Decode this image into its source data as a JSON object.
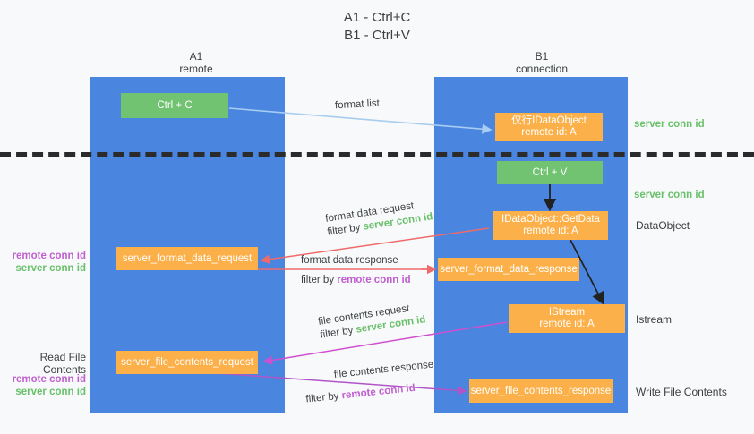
{
  "title": {
    "line1": "A1 - Ctrl+C",
    "line2": "B1 - Ctrl+V"
  },
  "columns": [
    {
      "name": "A1",
      "sub": "remote"
    },
    {
      "name": "B1",
      "sub": "connection"
    }
  ],
  "nodes": [
    {
      "id": "ctrl-c",
      "line1": "Ctrl + C",
      "line2": "",
      "color": "#72c371"
    },
    {
      "id": "idataobject",
      "line1": "仅行IDataObject",
      "line2": "remote id: A",
      "color": "#fbb04a"
    },
    {
      "id": "ctrl-v",
      "line1": "Ctrl + V",
      "line2": "",
      "color": "#72c371"
    },
    {
      "id": "idataobject-getdata",
      "line1": "IDataObject::GetData",
      "line2": "remote id: A",
      "color": "#fbb04a"
    },
    {
      "id": "server-format-data-request",
      "line1": "server_format_data_request",
      "line2": "",
      "color": "#fbb04a"
    },
    {
      "id": "server-format-data-response",
      "line1": "server_format_data_response",
      "line2": "",
      "color": "#fbb04a"
    },
    {
      "id": "istream",
      "line1": "IStream",
      "line2": "remote id: A",
      "color": "#fbb04a"
    },
    {
      "id": "server-file-contents-request",
      "line1": "server_file_contents_request",
      "line2": "",
      "color": "#fbb04a"
    },
    {
      "id": "server-file-contents-response",
      "line1": "server_file_contents_response",
      "line2": "",
      "color": "#fbb04a"
    }
  ],
  "right_labels": {
    "dataobject": "DataObject",
    "istream": "Istream",
    "write_file_contents": "Write File Contents",
    "server_conn_id_top": "server conn id",
    "server_conn_id_mid": "server conn id"
  },
  "left_labels": {
    "read_file_contents": "Read File Contents",
    "remote_conn_id": "remote conn id",
    "server_conn_id": "server conn id"
  },
  "edges": [
    {
      "id": "format-list",
      "label": "format list"
    },
    {
      "id": "format-data-request",
      "label_top": "format data request",
      "filter_prefix": "filter by ",
      "filter_target": "server conn id"
    },
    {
      "id": "format-data-response",
      "label_top": "format data response",
      "filter_prefix": "filter by ",
      "filter_target": "remote conn id"
    },
    {
      "id": "file-contents-request",
      "label_top": "file contents request",
      "filter_prefix": "filter by ",
      "filter_target": "server conn id"
    },
    {
      "id": "file-contents-response",
      "label_top": "file contents response",
      "filter_prefix": "filter by ",
      "filter_target": "remote conn id"
    }
  ],
  "colors": {
    "lane": "#4a86e0",
    "green_node": "#72c371",
    "orange_node": "#fbb04a",
    "server_conn_id": "#69c06a",
    "remote_conn_id": "#c05fd0",
    "arrow_blue": "#a8cdf0",
    "arrow_red": "#ef6b6b",
    "arrow_magenta": "#cf4fd0",
    "arrow_purple": "#b055c8",
    "arrow_black": "#222222",
    "dashed_line": "#2b2b2b",
    "background": "#f8f9fa"
  }
}
